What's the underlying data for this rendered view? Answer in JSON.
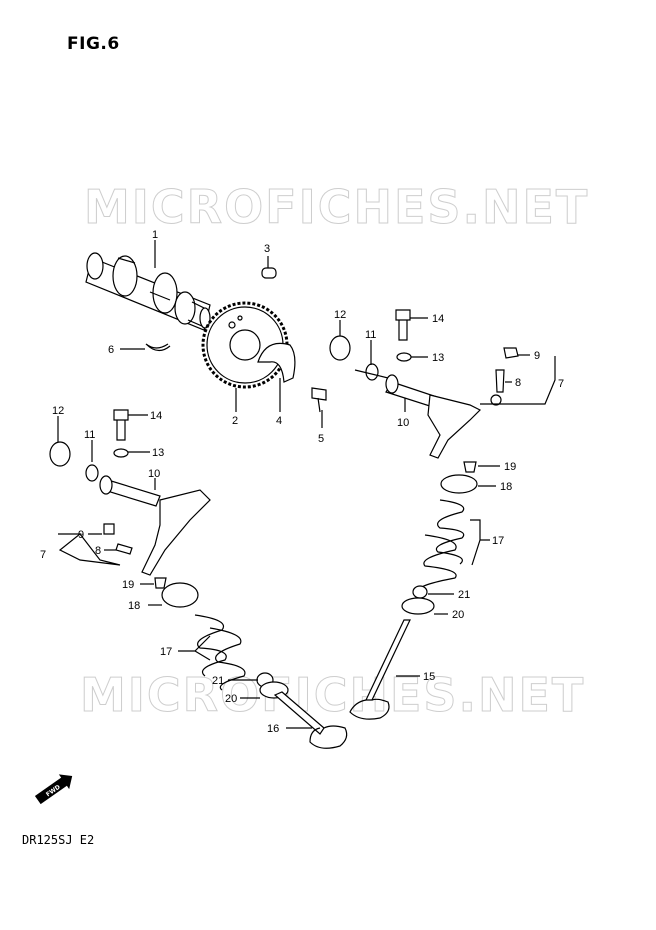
{
  "title": "FIG.6",
  "model": "DR125SJ E2",
  "watermark": "MICROFICHES.NET",
  "fwd_label": "FWD",
  "callouts": [
    "1",
    "2",
    "3",
    "4",
    "5",
    "6",
    "7",
    "8",
    "9",
    "10",
    "11",
    "12",
    "13",
    "14",
    "15",
    "16",
    "17",
    "18",
    "19",
    "20",
    "21"
  ]
}
